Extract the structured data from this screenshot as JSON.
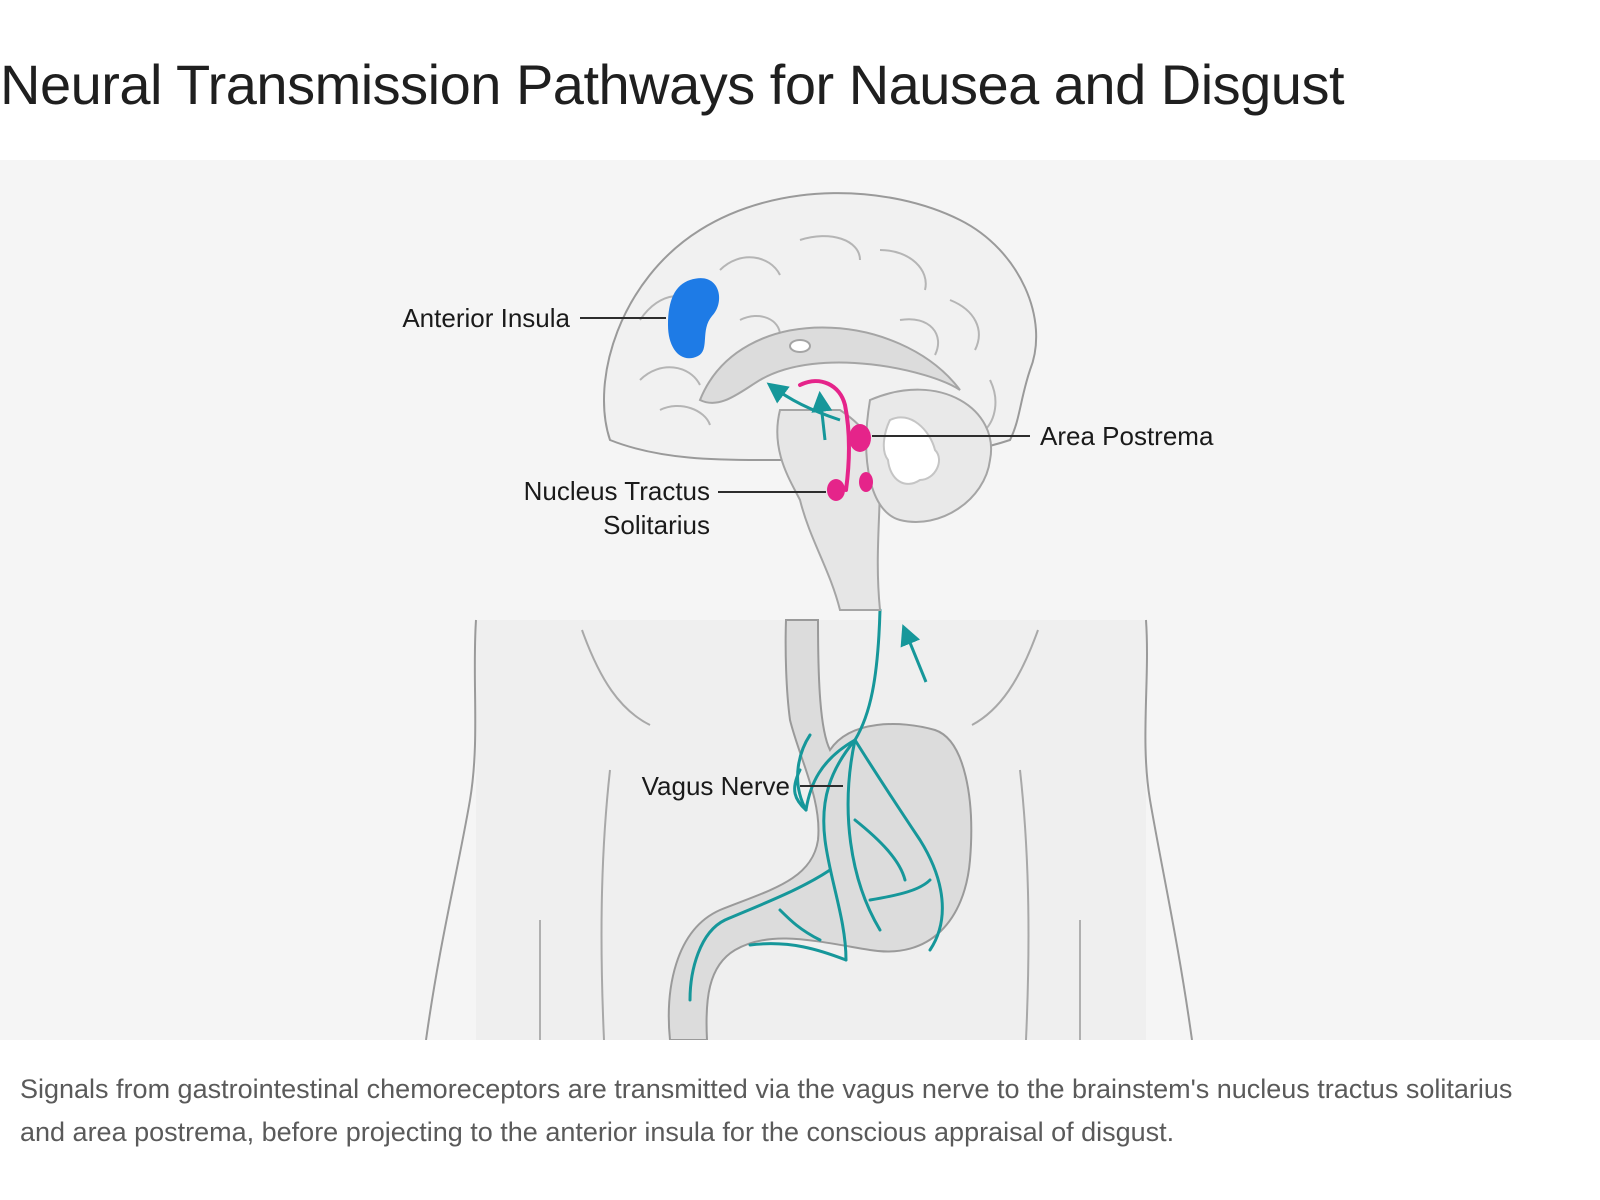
{
  "title": "Neural Transmission Pathways for Nausea and Disgust",
  "labels": {
    "anterior_insula": "Anterior Insula",
    "area_postrema": "Area Postrema",
    "nts_line1": "Nucleus Tractus",
    "nts_line2": "Solitarius",
    "vagus_nerve": "Vagus Nerve"
  },
  "caption": "Signals from gastrointestinal chemoreceptors are transmitted via the vagus nerve to the brainstem's nucleus tractus solitarius and area postrema, before projecting to the anterior insula for the conscious appraisal of disgust.",
  "colors": {
    "insula": "#1e7be6",
    "brainstem_nuclei": "#e5248a",
    "vagus_pathway": "#16979a",
    "tissue": "#e2e2e2",
    "outline": "#8f8f8f"
  }
}
